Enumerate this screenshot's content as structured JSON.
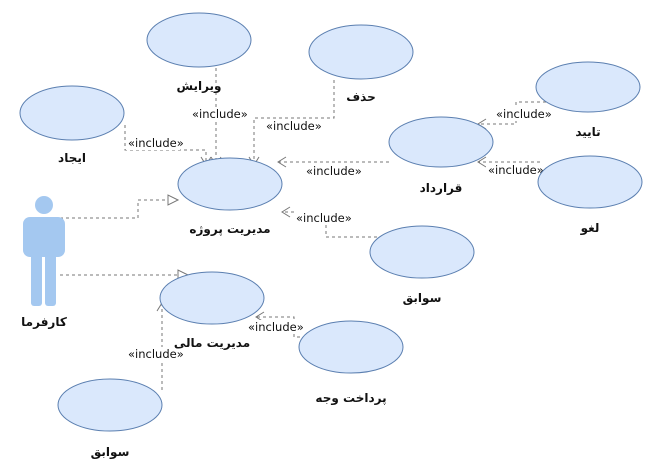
{
  "actor": {
    "label": "کارفرما"
  },
  "use_cases": {
    "create": "ایجاد",
    "edit": "ویرایش",
    "delete": "حذف",
    "project_management": "مدیریت پروژه",
    "contract": "قرارداد",
    "approve": "تایید",
    "cancel": "لغو",
    "history_project": "سوابق",
    "financial_management": "مدیریت مالی",
    "payment": "پرداخت وجه",
    "history_financial": "سوابق"
  },
  "relation_label": "«include»",
  "colors": {
    "use_case_fill": "#dae8fc",
    "use_case_stroke": "#5b7fb0",
    "actor_fill": "#a4c8f0",
    "connector": "#777777"
  }
}
